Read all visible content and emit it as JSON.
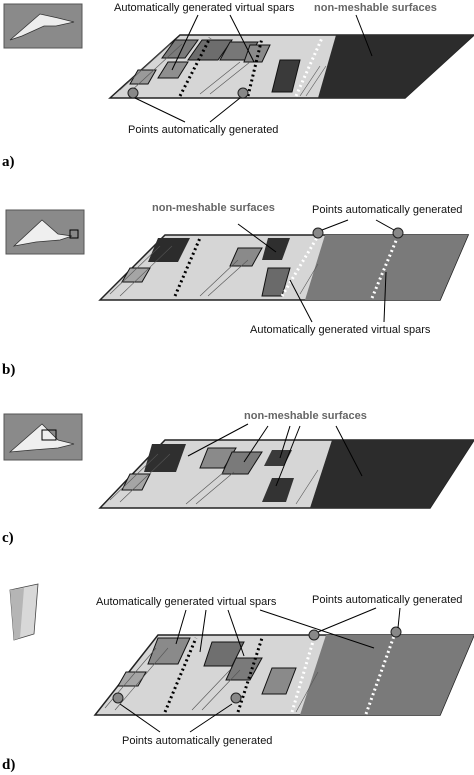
{
  "panels": [
    {
      "letter": "a)",
      "texts": {
        "virtual_spars": "Automatically generated virtual spars",
        "non_meshable": "non-meshable surfaces",
        "points": "Points automatically generated"
      }
    },
    {
      "letter": "b)",
      "texts": {
        "non_meshable": "non-meshable surfaces",
        "points": "Points automatically generated",
        "virtual_spars": "Automatically generated virtual spars"
      }
    },
    {
      "letter": "c)",
      "texts": {
        "non_meshable": "non-meshable surfaces"
      }
    },
    {
      "letter": "d)",
      "texts": {
        "virtual_spars": "Automatically generated virtual spars",
        "points_top": "Points automatically generated",
        "points_bottom": "Points automatically generated"
      }
    }
  ],
  "colors": {
    "dark_surface": "#2c2c2c",
    "mid_surface": "#7a7a7a",
    "light_surface": "#cfcfcf",
    "text_gray": "#666666"
  }
}
